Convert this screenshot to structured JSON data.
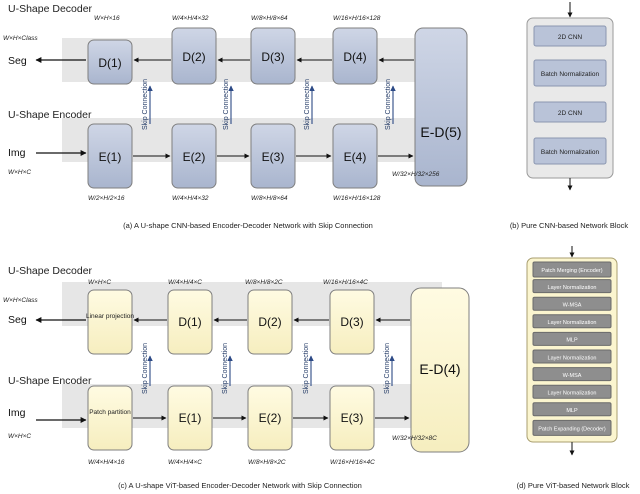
{
  "top": {
    "decoder_title": "U-Shape Decoder",
    "encoder_title": "U-Shape Encoder",
    "seg": "Seg",
    "img": "Img",
    "seg_dim": "W×H×Class",
    "img_dim": "W×H×C",
    "decoder_blocks": [
      "D(1)",
      "D(2)",
      "D(3)",
      "D(4)"
    ],
    "encoder_blocks": [
      "E(1)",
      "E(2)",
      "E(3)",
      "E(4)"
    ],
    "bottleneck": "E-D(5)",
    "decoder_dims": [
      "W×H×16",
      "W/4×H/4×32",
      "W/8×H/8×64",
      "W/16×H/16×128"
    ],
    "encoder_dims": [
      "W/2×H/2×16",
      "W/4×H/4×32",
      "W/8×H/8×64",
      "W/16×H/16×128"
    ],
    "bottleneck_dim": "W/32×H/32×256",
    "skip_label": "Skip Connection",
    "caption": "(a) A U-shape CNN-based Encoder-Decoder Network with Skip Connection"
  },
  "cnn_block": {
    "items": [
      "2D    CNN",
      "Batch Normalization",
      "2D    CNN",
      "Batch Normalization"
    ],
    "caption": "(b) Pure CNN-based Network Block"
  },
  "bottom": {
    "decoder_title": "U-Shape Decoder",
    "encoder_title": "U-Shape Encoder",
    "seg": "Seg",
    "img": "Img",
    "seg_dim": "W×H×Class",
    "img_dim": "W×H×C",
    "linear_projection": "Linear projection",
    "patch_partition": "Patch partition",
    "decoder_blocks": [
      "D(1)",
      "D(2)",
      "D(3)"
    ],
    "encoder_blocks": [
      "E(1)",
      "E(2)",
      "E(3)"
    ],
    "bottleneck": "E-D(4)",
    "decoder_dims": [
      "W×H×C",
      "W/4×H/4×C",
      "W/8×H/8×2C",
      "W/16×H/16×4C"
    ],
    "encoder_dims": [
      "W/4×H/4×16",
      "W/4×H/4×C",
      "W/8×H/8×2C",
      "W/16×H/16×4C"
    ],
    "bottleneck_dim": "W/32×H/32×8C",
    "skip_label": "Skip Connection",
    "caption": "(c) A U-shape ViT-based Encoder-Decoder Network with Skip Connection"
  },
  "vit_block": {
    "items": [
      "Patch Merging (Encoder)",
      "Layer Normalization",
      "W-MSA",
      "Layer Normalization",
      "MLP",
      "Layer Normalization",
      "W-MSA",
      "Layer Normalization",
      "MLP",
      "Patch Expanding (Decoder)"
    ],
    "caption": "(d) Pure ViT-based Network Block"
  },
  "colors": {
    "cnn_fill": "#b9c3d8",
    "vit_fill": "#fbf5cf",
    "band": "#e6e6e6",
    "skip_arrow": "#2d4a86",
    "block_border": "#7f7f7f"
  }
}
